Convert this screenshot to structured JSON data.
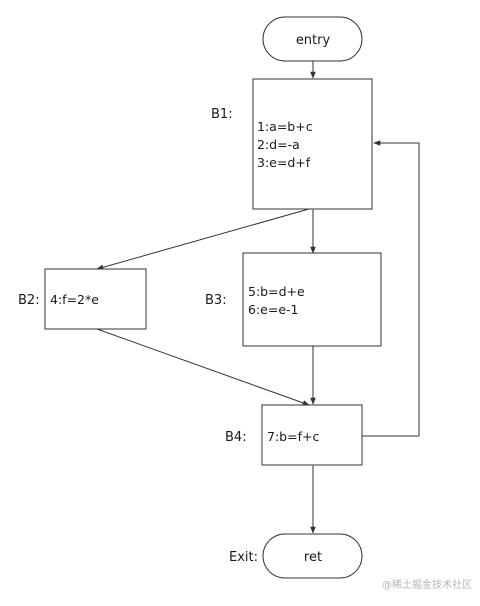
{
  "nodes": {
    "entry": {
      "text": "entry"
    },
    "b1": {
      "label": "B1:",
      "lines": [
        "1:a=b+c",
        "2:d=-a",
        "3:e=d+f"
      ]
    },
    "b2": {
      "label": "B2:",
      "lines": [
        "4:f=2*e"
      ]
    },
    "b3": {
      "label": "B3:",
      "lines": [
        "5:b=d+e",
        "6:e=e-1"
      ]
    },
    "b4": {
      "label": "B4:",
      "lines": [
        "7:b=f+c"
      ]
    },
    "exit": {
      "label": "Exit:",
      "text": "ret"
    }
  },
  "edges": [
    {
      "from": "entry",
      "to": "b1"
    },
    {
      "from": "b1",
      "to": "b2"
    },
    {
      "from": "b1",
      "to": "b3"
    },
    {
      "from": "b2",
      "to": "b4"
    },
    {
      "from": "b3",
      "to": "b4"
    },
    {
      "from": "b4",
      "to": "b1"
    },
    {
      "from": "b4",
      "to": "exit"
    }
  ],
  "watermark": "@稀土掘金技术社区",
  "colors": {
    "stroke": "#333333",
    "text": "#1a1a1a",
    "watermark": "#b5b5b5"
  }
}
